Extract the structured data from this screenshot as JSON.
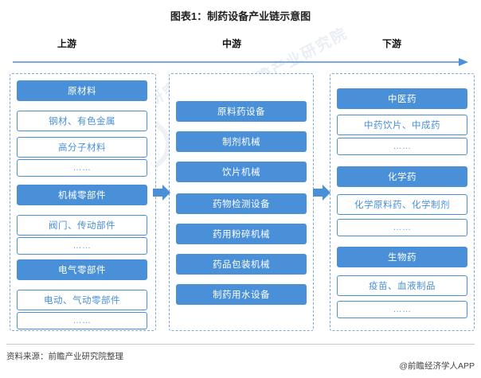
{
  "title": "图表1：制药设备产业链示意图",
  "stages": {
    "upstream": "上游",
    "midstream": "中游",
    "downstream": "下游"
  },
  "columns": {
    "upstream": [
      {
        "text": "原材料",
        "style": "filled"
      },
      {
        "text": "钢材、有色金属",
        "style": "outline"
      },
      {
        "text": "高分子材料",
        "style": "outline"
      },
      {
        "text": "……",
        "style": "dots"
      },
      {
        "text": "机械零部件",
        "style": "filled"
      },
      {
        "text": "阀门、传动部件",
        "style": "outline"
      },
      {
        "text": "……",
        "style": "dots"
      },
      {
        "text": "电气零部件",
        "style": "filled"
      },
      {
        "text": "电动、气动零部件",
        "style": "outline"
      },
      {
        "text": "……",
        "style": "dots"
      }
    ],
    "midstream": [
      {
        "text": "原料药设备",
        "style": "filled"
      },
      {
        "text": "制剂机械",
        "style": "filled"
      },
      {
        "text": "饮片机械",
        "style": "filled"
      },
      {
        "text": "药物检测设备",
        "style": "filled"
      },
      {
        "text": "药用粉碎机械",
        "style": "filled"
      },
      {
        "text": "药品包装机械",
        "style": "filled"
      },
      {
        "text": "制药用水设备",
        "style": "filled"
      }
    ],
    "downstream": [
      {
        "text": "中医药",
        "style": "filled"
      },
      {
        "text": "中药饮片、中成药",
        "style": "outline"
      },
      {
        "text": "……",
        "style": "dots"
      },
      {
        "text": "化学药",
        "style": "filled"
      },
      {
        "text": "化学原料药、化学制剂",
        "style": "outline"
      },
      {
        "text": "……",
        "style": "dots"
      },
      {
        "text": "生物药",
        "style": "filled"
      },
      {
        "text": "疫苗、血液制品",
        "style": "outline"
      },
      {
        "text": "……",
        "style": "dots"
      }
    ]
  },
  "watermarks": [
    "前瞻产业研究院",
    "前瞻产业研究院",
    "前瞻产业研究院"
  ],
  "footer": {
    "source": "资料来源：前瞻产业研究院整理",
    "brand": "@前瞻经济学人APP"
  },
  "colors": {
    "accent": "#4a90d9",
    "dashed_border": "#7ba7d7",
    "text": "#333333"
  }
}
